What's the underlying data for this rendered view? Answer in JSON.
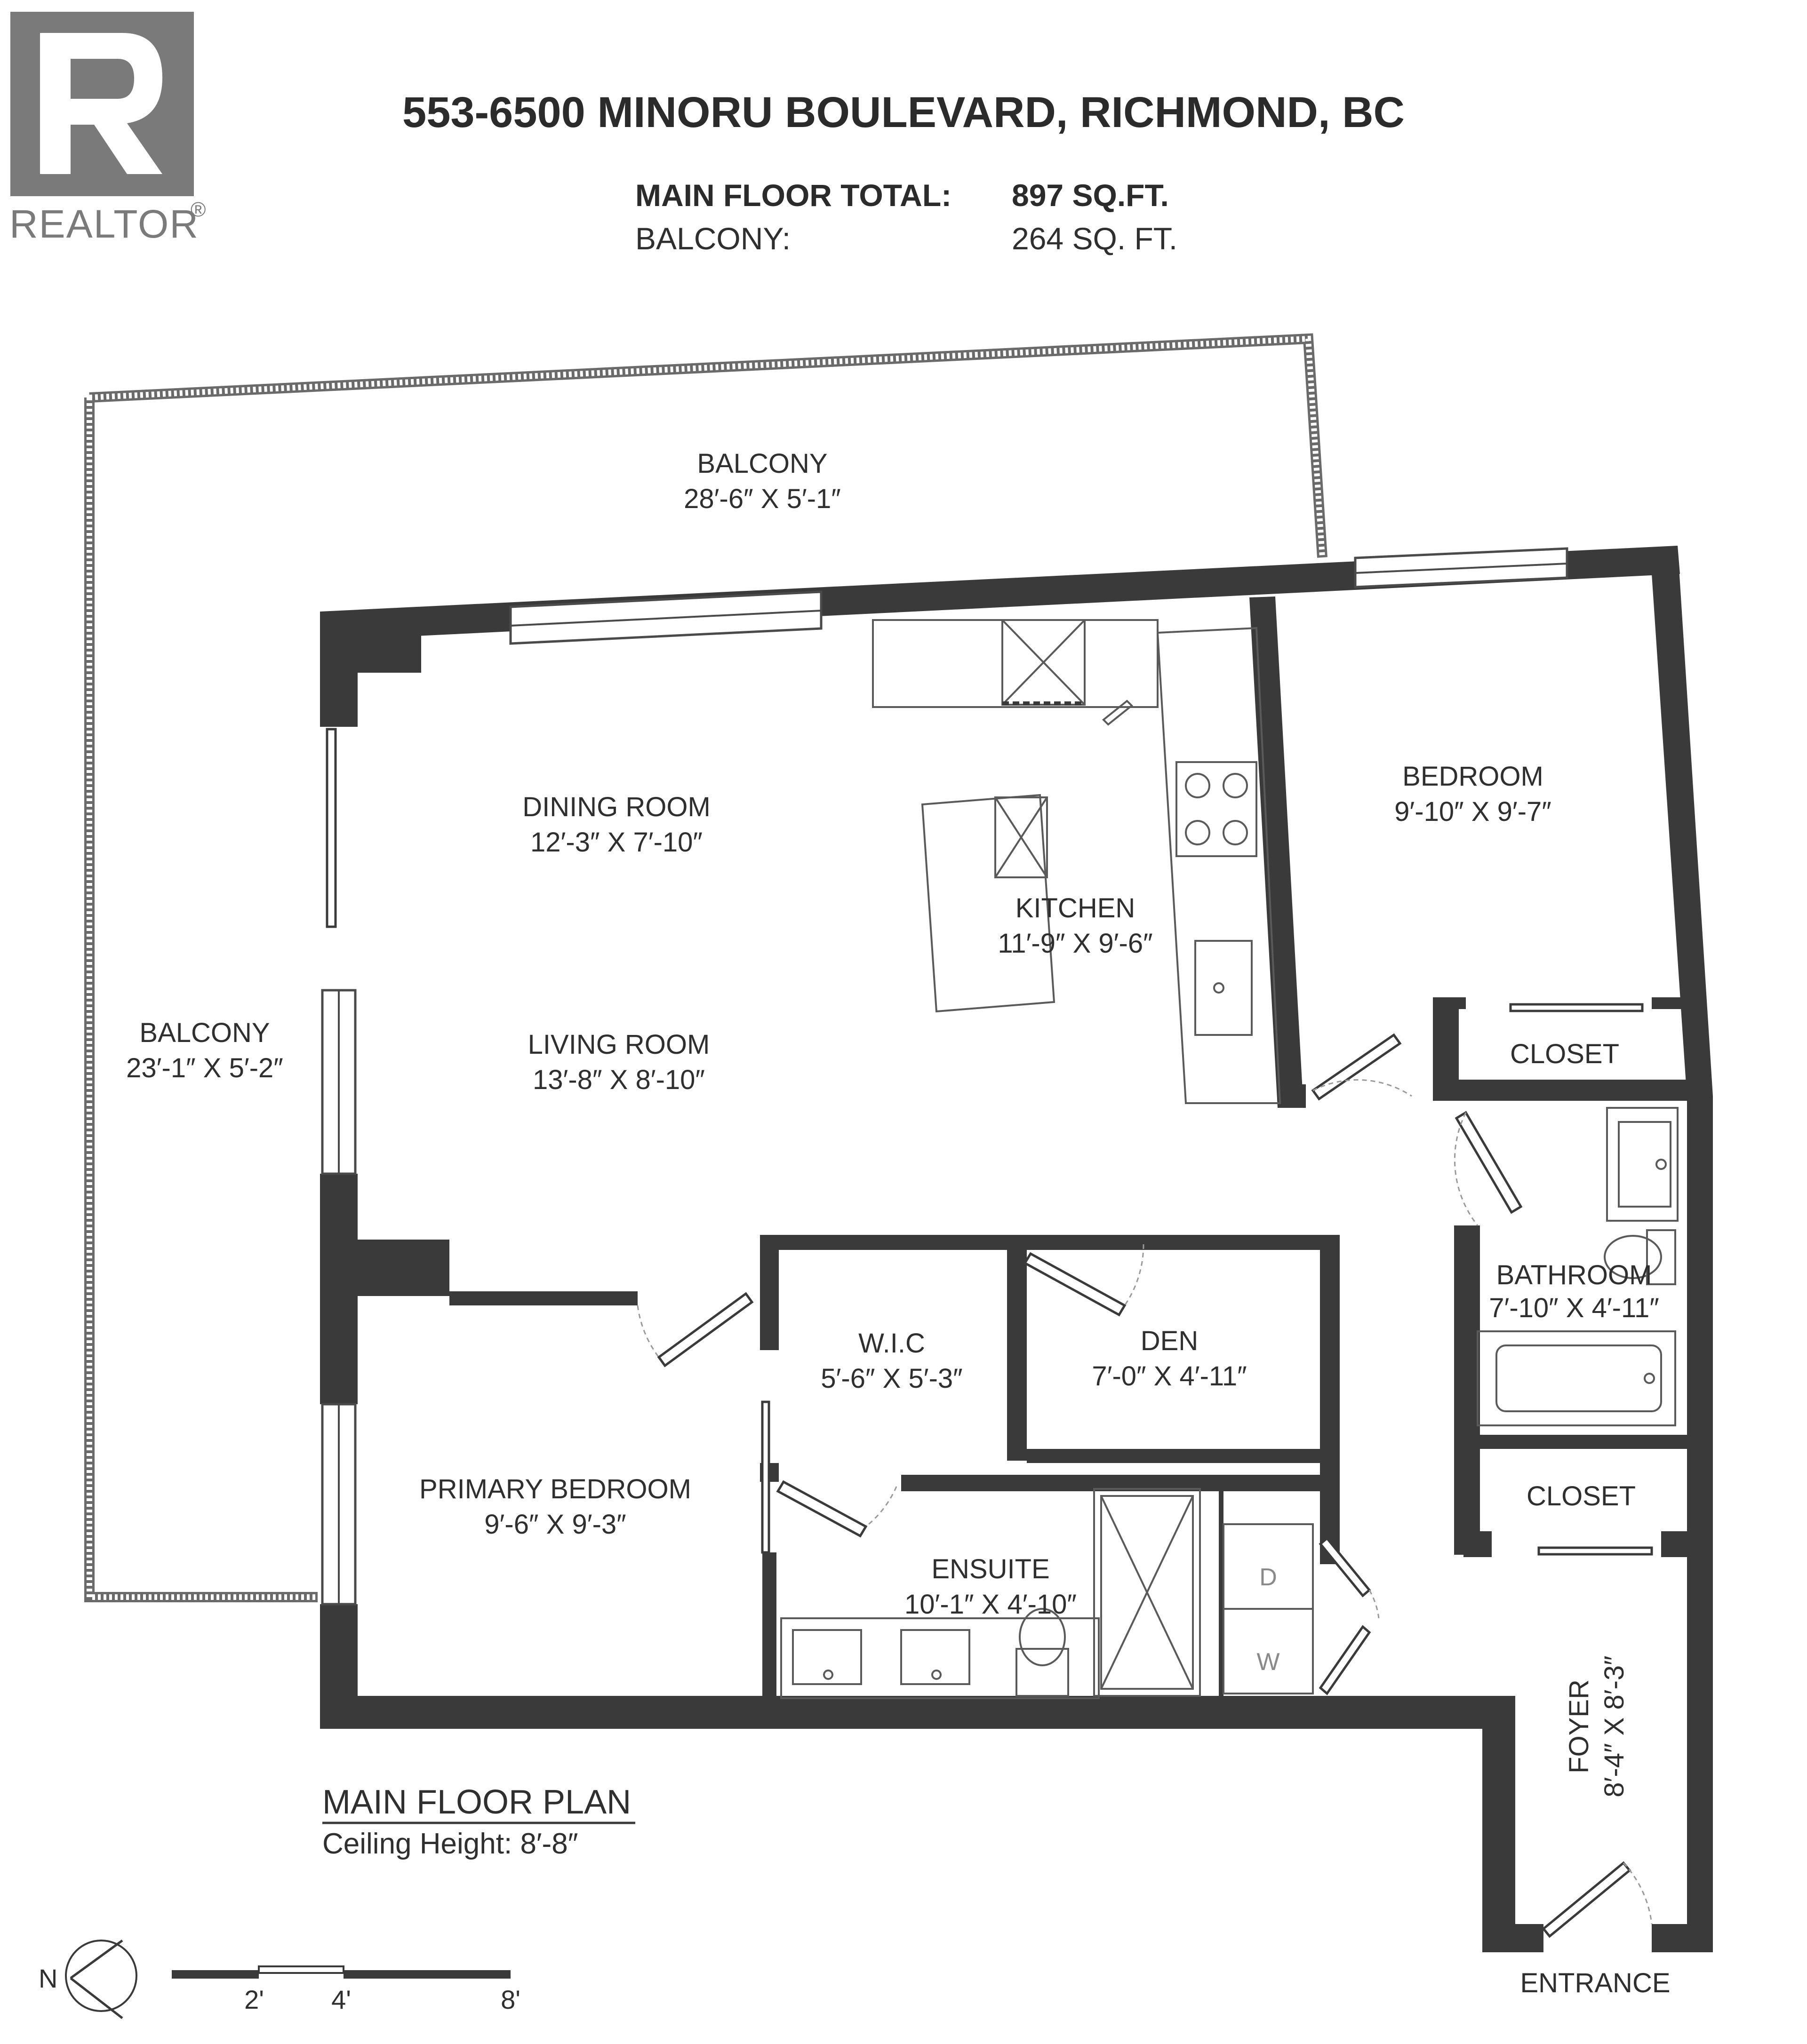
{
  "brand": {
    "logo_letter": "R",
    "wordmark": "REALTOR",
    "registered": "®"
  },
  "header": {
    "address": "553-6500 MINORU BOULEVARD, RICHMOND, BC",
    "main_floor_label": "MAIN FLOOR TOTAL:",
    "main_floor_value": "897 SQ.FT.",
    "balcony_label": "BALCONY:",
    "balcony_value": "264 SQ. FT."
  },
  "rooms": {
    "balcony_top": {
      "name": "BALCONY",
      "dims": "28′-6″ X 5′-1″"
    },
    "balcony_left": {
      "name": "BALCONY",
      "dims": "23′-1″ X 5′-2″"
    },
    "dining": {
      "name": "DINING ROOM",
      "dims": "12′-3″ X 7′-10″"
    },
    "kitchen": {
      "name": "KITCHEN",
      "dims": "11′-9″ X 9′-6″"
    },
    "living": {
      "name": "LIVING ROOM",
      "dims": "13′-8″ X 8′-10″"
    },
    "bedroom": {
      "name": "BEDROOM",
      "dims": "9′-10″ X 9′-7″"
    },
    "closet_top": {
      "name": "CLOSET"
    },
    "bathroom": {
      "name": "BATHROOM",
      "dims": "7′-10″ X 4′-11″"
    },
    "wic": {
      "name": "W.I.C",
      "dims": "5′-6″ X 5′-3″"
    },
    "den": {
      "name": "DEN",
      "dims": "7′-0″ X 4′-11″"
    },
    "primary": {
      "name": "PRIMARY BEDROOM",
      "dims": "9′-6″ X 9′-3″"
    },
    "ensuite": {
      "name": "ENSUITE",
      "dims": "10′-1″ X 4′-10″"
    },
    "closet_bottom": {
      "name": "CLOSET"
    },
    "foyer": {
      "name": "FOYER",
      "dims": "8′-4″ X 8′-3″"
    },
    "entrance": {
      "name": "ENTRANCE"
    }
  },
  "appliances": {
    "dryer": "D",
    "washer": "W"
  },
  "footer": {
    "plan_title": "MAIN FLOOR PLAN",
    "ceiling": "Ceiling Height: 8′-8″",
    "north": "N",
    "scale_ticks": [
      "2'",
      "4'",
      "8'"
    ]
  },
  "colors": {
    "walls": "#3a3a3a",
    "logo": "#7a7a7a",
    "text": "#2f2f2f"
  },
  "icons": [
    "realtor-logo",
    "compass-icon",
    "scale-bar",
    "stove-icon",
    "sink-icon",
    "toilet-icon",
    "bathtub-icon",
    "shower-icon"
  ]
}
